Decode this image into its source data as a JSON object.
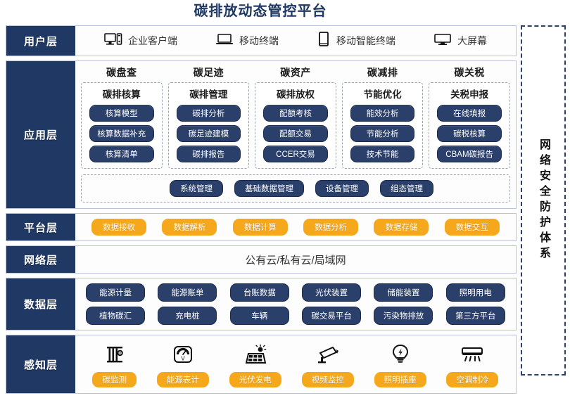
{
  "title": "碳排放动态管控平台",
  "security_band": {
    "label": "网络安全防护体系"
  },
  "layers": {
    "user": {
      "label": "用户层",
      "items": [
        {
          "icon": "desktop-computer-icon",
          "label": "企业客户端"
        },
        {
          "icon": "laptop-icon",
          "label": "移动终端"
        },
        {
          "icon": "tablet-icon",
          "label": "移动智能终端"
        },
        {
          "icon": "monitor-screen-icon",
          "label": "大屏幕"
        }
      ]
    },
    "application": {
      "label": "应用层",
      "columns": [
        {
          "title": "碳盘查",
          "box_title": "碳排核算",
          "items": [
            "核算模型",
            "核算数据补充",
            "核算清单"
          ]
        },
        {
          "title": "碳足迹",
          "box_title": "碳排管理",
          "items": [
            "碳排分析",
            "碳足迹建模",
            "碳排报告"
          ]
        },
        {
          "title": "碳资产",
          "box_title": "碳排放权",
          "items": [
            "配额考核",
            "配额交易",
            "CCER交易"
          ]
        },
        {
          "title": "碳减排",
          "box_title": "节能优化",
          "items": [
            "能效分析",
            "节能分析",
            "技术节能"
          ]
        },
        {
          "title": "碳关税",
          "box_title": "关税申报",
          "items": [
            "在线填报",
            "碳税核算",
            "CBAM碳报告"
          ]
        }
      ],
      "management": [
        "系统管理",
        "基础数据管理",
        "设备管理",
        "组态管理"
      ]
    },
    "platform": {
      "label": "平台层",
      "items": [
        "数据接收",
        "数据解析",
        "数据计算",
        "数据分析",
        "数据存储",
        "数据交互"
      ]
    },
    "network": {
      "label": "网络层",
      "text": "公有云/私有云/局域网"
    },
    "data": {
      "label": "数据层",
      "rows": [
        [
          "能源计量",
          "能源账单",
          "台账数据",
          "光伏装置",
          "储能装置",
          "照明用电"
        ],
        [
          "植物碳汇",
          "充电桩",
          "车辆",
          "碳交易平台",
          "污染物排放",
          "第三方平台"
        ]
      ]
    },
    "perception": {
      "label": "感知层",
      "items": [
        {
          "icon": "carbon-monitor-icon",
          "label": "碳监测"
        },
        {
          "icon": "energy-meter-icon",
          "label": "能源表计"
        },
        {
          "icon": "solar-panel-icon",
          "label": "光伏发电"
        },
        {
          "icon": "cctv-camera-icon",
          "label": "视频监控"
        },
        {
          "icon": "lightbulb-icon",
          "label": "照明插座"
        },
        {
          "icon": "air-conditioner-icon",
          "label": "空调制冷"
        }
      ]
    }
  },
  "colors": {
    "navy": "#1f3864",
    "pill_navy": "#2a3f6a",
    "amber": "#f5a81c",
    "border": "#b9c4d6"
  }
}
